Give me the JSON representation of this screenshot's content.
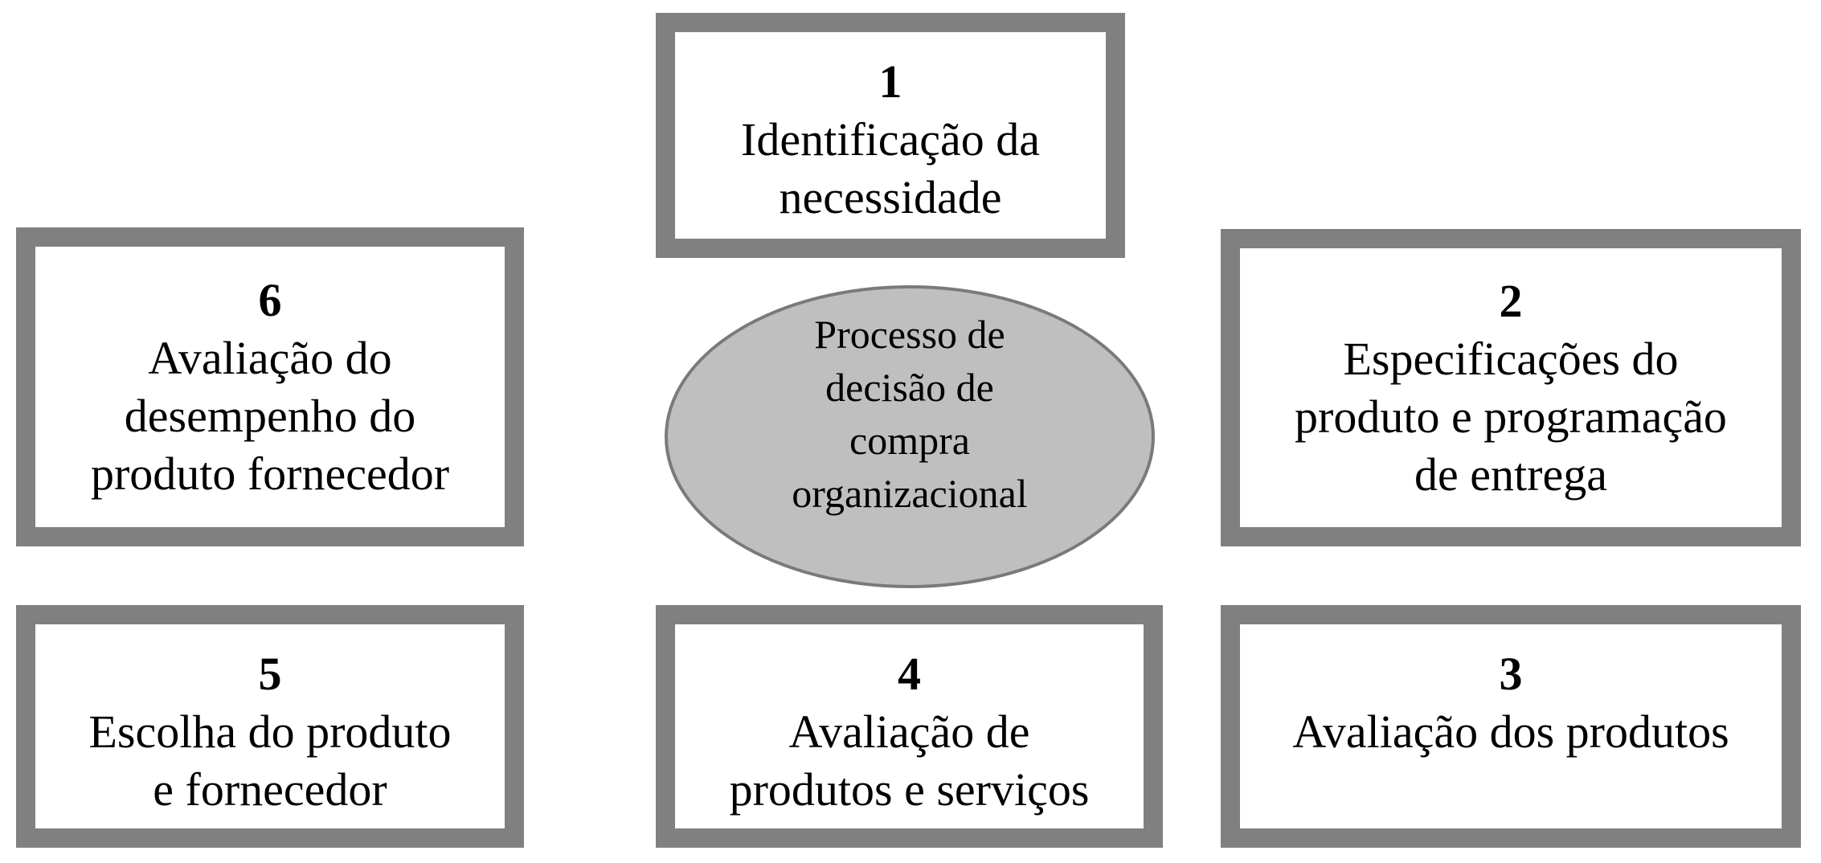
{
  "diagram": {
    "center": {
      "label": "Processo de\ndecisão de\ncompra\norganizacional"
    },
    "steps": [
      {
        "number": "1",
        "label": "Identificação da\nnecessidade"
      },
      {
        "number": "2",
        "label": "Especificações do\nproduto e programação\nde entrega"
      },
      {
        "number": "3",
        "label": "Avaliação dos produtos"
      },
      {
        "number": "4",
        "label": "Avaliação de\nprodutos e serviços"
      },
      {
        "number": "5",
        "label": "Escolha do produto\ne fornecedor"
      },
      {
        "number": "6",
        "label": "Avaliação do\ndesempenho do\nproduto fornecedor"
      }
    ],
    "colors": {
      "box_border": "#808080",
      "box_fill": "#ffffff",
      "ellipse_fill": "#bfbfbf",
      "ellipse_border": "#7a7a7a",
      "text": "#000000"
    }
  }
}
